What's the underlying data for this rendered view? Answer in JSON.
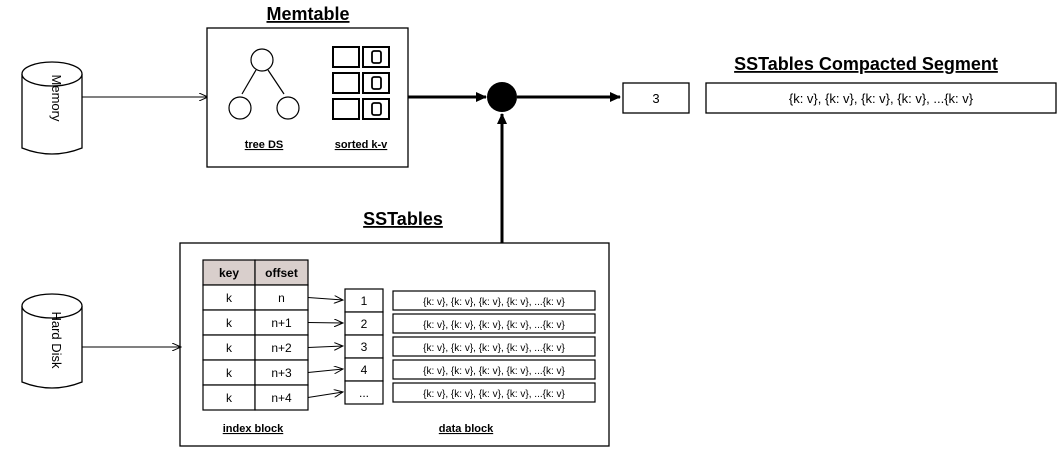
{
  "memory": {
    "label": "Memory"
  },
  "hard_disk": {
    "label": "Hard Disk"
  },
  "memtable": {
    "title": "Memtable",
    "tree_label": "tree DS",
    "sorted_label": "sorted k-v"
  },
  "sstables": {
    "title": "SSTables",
    "index_headers": [
      "key",
      "offset"
    ],
    "index_rows": [
      {
        "key": "k",
        "offset": "n"
      },
      {
        "key": "k",
        "offset": "n+1"
      },
      {
        "key": "k",
        "offset": "n+2"
      },
      {
        "key": "k",
        "offset": "n+3"
      },
      {
        "key": "k",
        "offset": "n+4"
      }
    ],
    "block_ids": [
      "1",
      "2",
      "3",
      "4",
      "..."
    ],
    "records": [
      "{k: v}, {k: v}, {k: v}, {k: v}, ...{k: v}",
      "{k: v}, {k: v}, {k: v}, {k: v}, ...{k: v}",
      "{k: v}, {k: v}, {k: v}, {k: v}, ...{k: v}",
      "{k: v}, {k: v}, {k: v}, {k: v}, ...{k: v}",
      "{k: v}, {k: v}, {k: v}, {k: v}, ...{k: v}"
    ],
    "index_block_label": "index block",
    "data_block_label": "data block"
  },
  "compacted": {
    "title": "SSTables Compacted Segment",
    "id": "3",
    "record": "{k: v}, {k: v}, {k: v}, {k: v}, ...{k: v}"
  },
  "colors": {
    "header_fill": "#d9cfcc",
    "line": "#000000"
  }
}
